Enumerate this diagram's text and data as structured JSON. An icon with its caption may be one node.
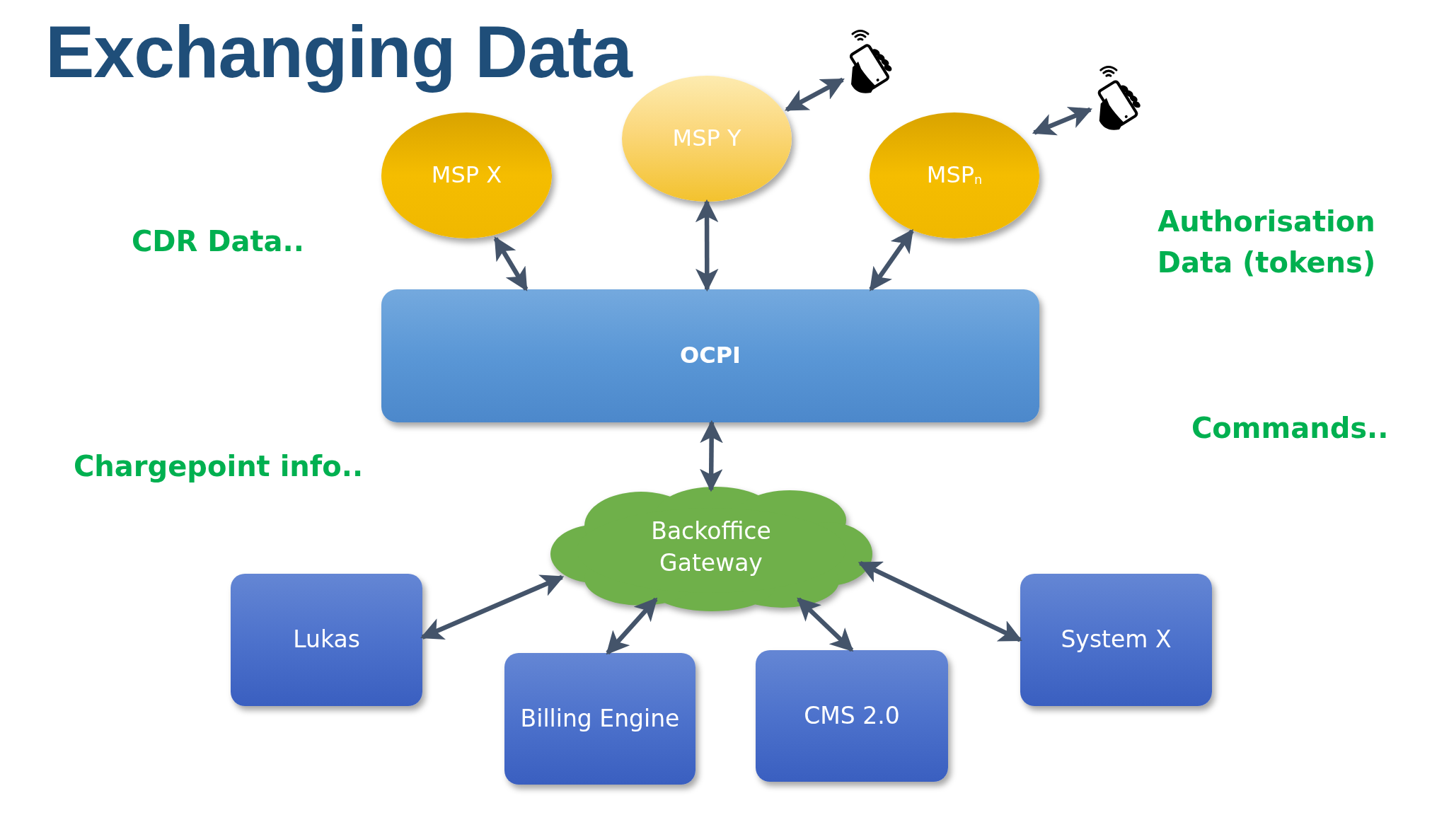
{
  "diagram": {
    "title": "Exchanging Data",
    "nodes": [
      {
        "text": [
          "MSP X"
        ]
      },
      {
        "text": [
          "MSP Y"
        ]
      },
      {
        "text": [],
        "shape": "phone"
      },
      {
        "text": [
          "MSP$_{n}$"
        ]
      },
      {
        "text": [],
        "shape": "phone"
      },
      {
        "text": [
          "OCPI"
        ]
      },
      {
        "text": [
          "Backoffice Gateway"
        ]
      },
      {
        "text": [
          "Lukas"
        ]
      },
      {
        "text": [
          "Billing Engine"
        ]
      },
      {
        "text": [
          "CMS 2.0"
        ]
      },
      {
        "text": [
          "System X"
        ]
      }
    ],
    "edges": [
      {
        "from": 1,
        "to": 2,
        "arrow": "both"
      },
      {
        "from": 3,
        "to": 4,
        "arrow": "both"
      },
      {
        "from": 0,
        "to": 5,
        "arrow": "both"
      },
      {
        "from": 1,
        "to": 5,
        "arrow": "both"
      },
      {
        "from": 3,
        "to": 5,
        "arrow": "both"
      },
      {
        "from": 5,
        "to": 6,
        "arrow": "both"
      },
      {
        "from": 7,
        "to": 6,
        "arrow": "both"
      },
      {
        "from": 8,
        "to": 6,
        "arrow": "both"
      },
      {
        "from": 9,
        "to": 6,
        "arrow": "both"
      },
      {
        "from": 10,
        "to": 6,
        "arrow": "both"
      }
    ],
    "labels": [
      "CDR Data..",
      "Authorisation Data (tokens)",
      "Chargepoint info..",
      "Commands.."
    ]
  }
}
